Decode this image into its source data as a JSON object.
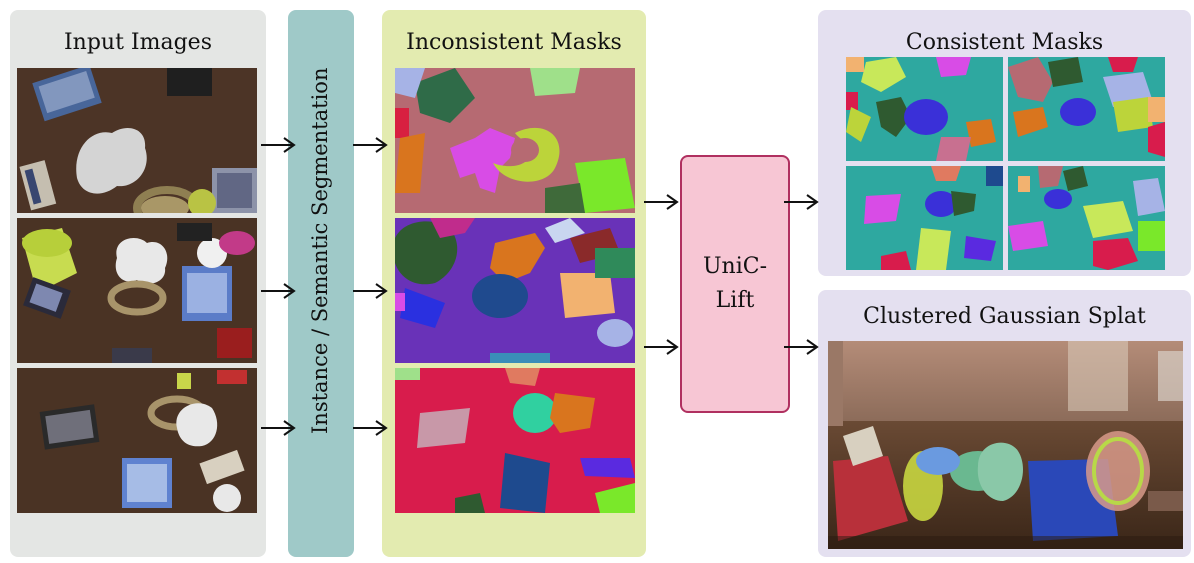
{
  "input_panel": {
    "title": "Input Images",
    "background": "#e4e6e4"
  },
  "segmentation_panel": {
    "label": "Instance / Semantic Segmentation",
    "background": "#9fc9c8"
  },
  "inconsistent_panel": {
    "title": "Inconsistent Masks",
    "background": "#e3ebb0"
  },
  "unic_box": {
    "line1": "UniC-",
    "line2": "Lift",
    "fill": "#f7c6d4",
    "border": "#b03060"
  },
  "consistent_panel": {
    "title": "Consistent Masks",
    "background": "#e4e0f0"
  },
  "splat_panel": {
    "title": "Clustered Gaussian Splat",
    "background": "#e4e0f0"
  },
  "icons": [
    "arrow-right-icon"
  ]
}
